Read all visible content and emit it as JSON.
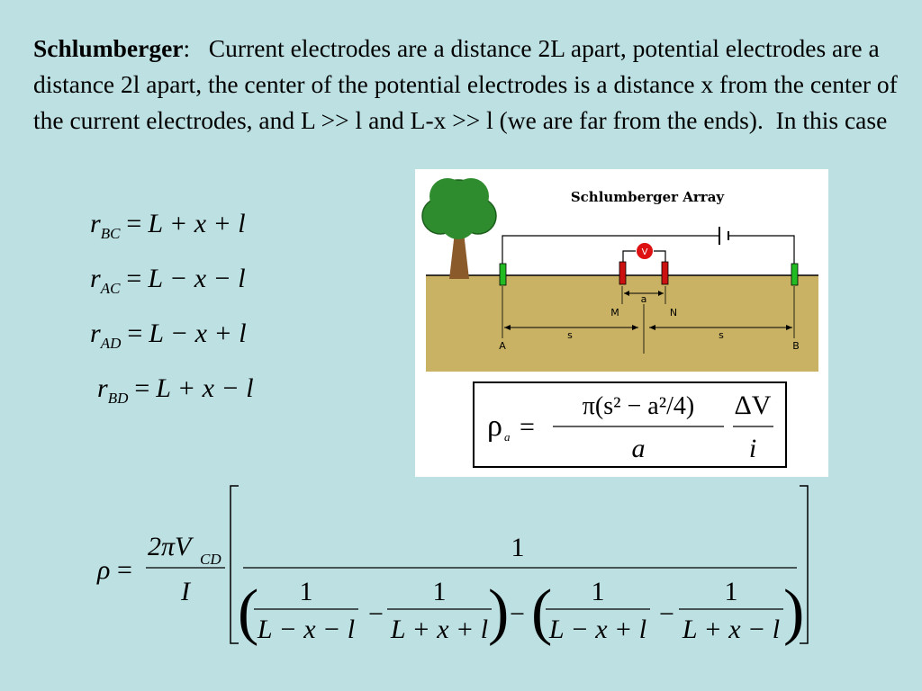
{
  "paragraph": {
    "bold": "Schlumberger",
    "colon": ":",
    "text": "   Current electrodes are a distance 2L apart, potential electrodes are a distance 2l apart, the center of the potential electrodes is a distance x from the center of the current electrodes, and L >> l and L-x >> l (we are far from the ends).  In this case"
  },
  "equations": [
    {
      "lhs": "r",
      "sub": "BC",
      "rhs": "L + x + l"
    },
    {
      "lhs": "r",
      "sub": "AC",
      "rhs": "L − x − l"
    },
    {
      "lhs": "r",
      "sub": "AD",
      "rhs": "L − x + l"
    },
    {
      "lhs": "r",
      "sub": "BD",
      "rhs": "L + x − l"
    }
  ],
  "figure": {
    "title": "Schlumberger Array",
    "voltmeter": "V",
    "label_a": "a",
    "label_M": "M",
    "label_N": "N",
    "label_A": "A",
    "label_B": "B",
    "label_s_left": "s",
    "label_s_right": "s",
    "colors": {
      "soil": "#c9b264",
      "tree": "#2e8b2e",
      "trunk": "#8b5a2b",
      "current_electrode": "#22bb22",
      "potential_electrode": "#cc1111"
    }
  },
  "boxed_formula": {
    "rho": "ρ",
    "rho_sub": "a",
    "eq": "=",
    "numerator": "π(s² − a²/4)",
    "denominator": "a",
    "dv": "ΔV",
    "i": "i"
  },
  "main_formula": {
    "rho": "ρ",
    "eq": "=",
    "coef_num": "2πV",
    "coef_sub": "CD",
    "coef_den": "I",
    "one": "1",
    "f1_num": "1",
    "f1_den": "L − x − l",
    "f2_num": "1",
    "f2_den": "L + x + l",
    "f3_num": "1",
    "f3_den": "L − x + l",
    "f4_num": "1",
    "f4_den": "L + x − l",
    "minus": "−"
  }
}
